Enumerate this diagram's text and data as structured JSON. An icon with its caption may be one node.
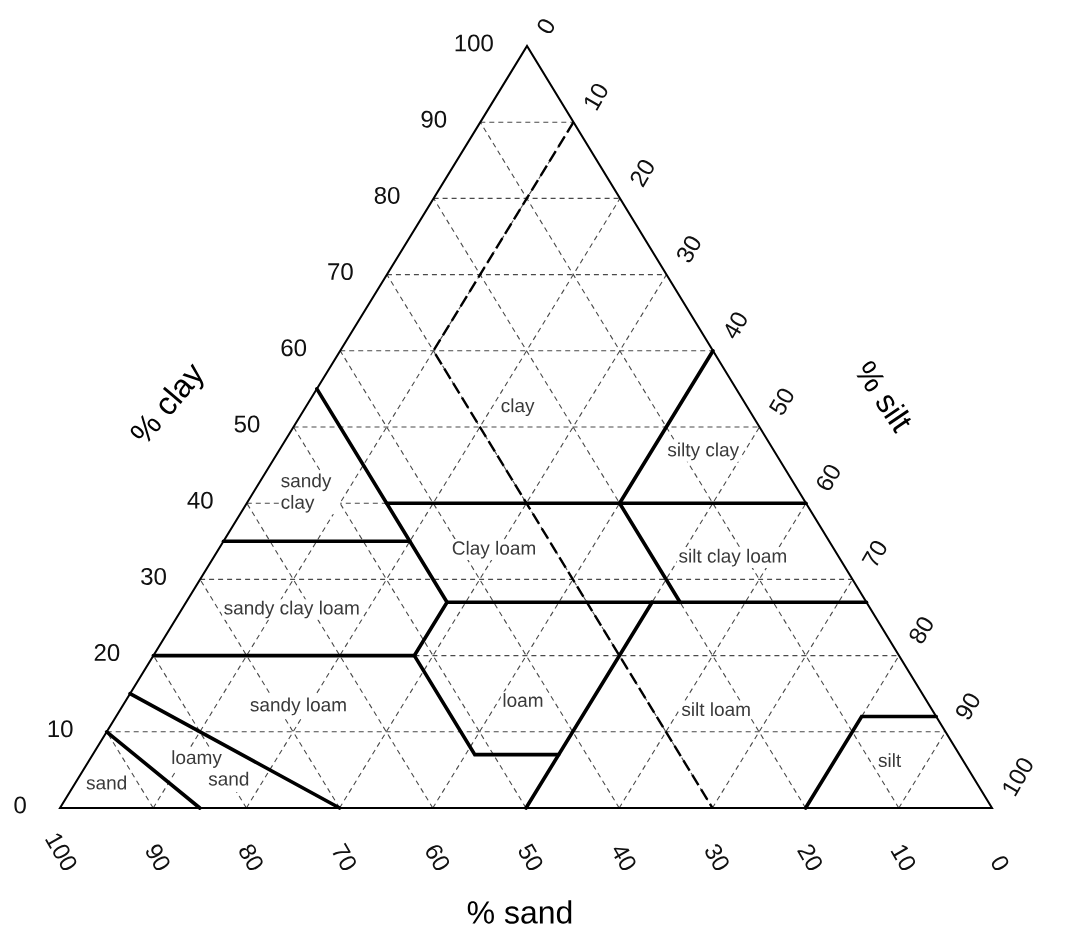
{
  "diagram": {
    "labels": [
      "100",
      "90",
      "80",
      "70",
      "60",
      "50",
      "40",
      "30",
      "20",
      "10",
      "0",
      "0",
      "10",
      "20",
      "30",
      "40",
      "50",
      "60",
      "70",
      "80",
      "90",
      "100",
      "% clay",
      "% silt",
      "clay",
      "sandy clay",
      "silty clay",
      "Clay loam",
      "silt clay loam",
      "sandy clay loam",
      "sandy loam",
      "loam",
      "silt loam",
      "sand",
      "loamy sand",
      "silt",
      "100",
      "90",
      "80",
      "70",
      "60",
      "50",
      "40",
      "30",
      "20",
      "10",
      "0",
      "% sand"
    ]
  }
}
